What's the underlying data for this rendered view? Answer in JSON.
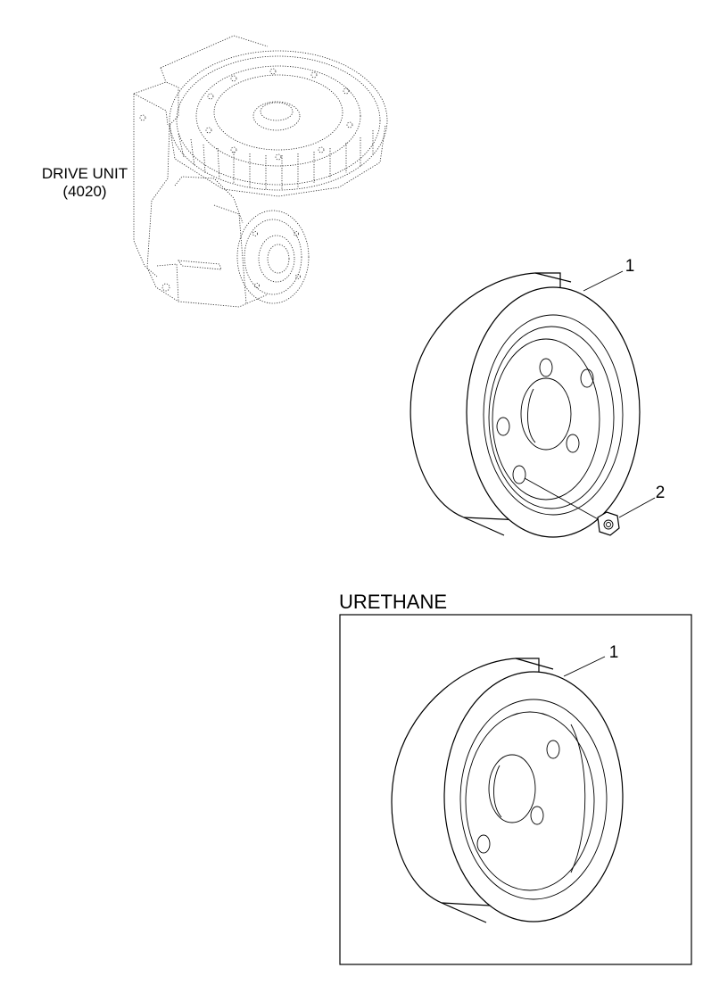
{
  "labels": {
    "drive_unit_line1": "DRIVE UNIT",
    "drive_unit_line2": "(4020)",
    "callout_1_top": "1",
    "callout_2": "2",
    "urethane_title": "URETHANE",
    "callout_1_inset": "1"
  },
  "colors": {
    "line": "#000000",
    "background": "#ffffff"
  }
}
